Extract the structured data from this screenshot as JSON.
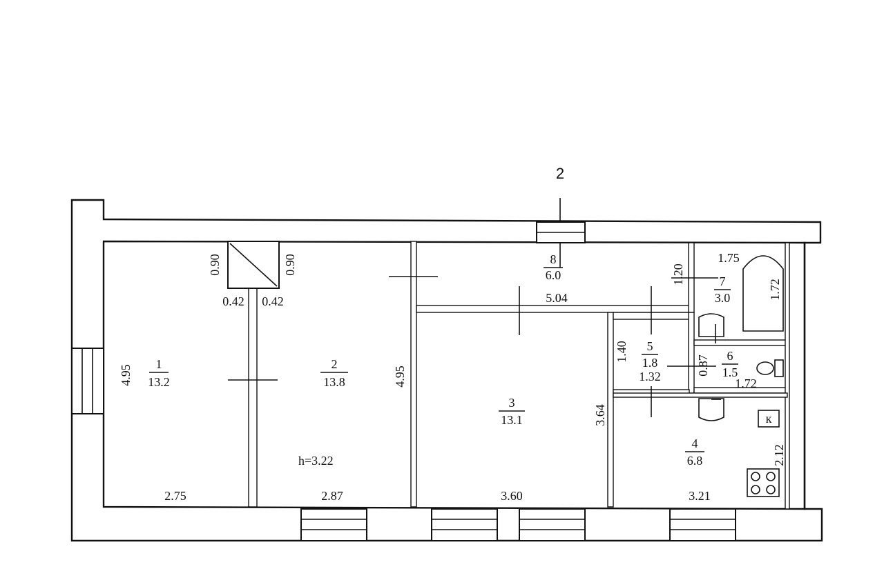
{
  "plan": {
    "section_mark": "2",
    "height_label": "h=3.22",
    "rooms": [
      {
        "num": "1",
        "area": "13.2"
      },
      {
        "num": "2",
        "area": "13.8"
      },
      {
        "num": "3",
        "area": "13.1"
      },
      {
        "num": "4",
        "area": "6.8"
      },
      {
        "num": "5",
        "area": "1.8"
      },
      {
        "num": "6",
        "area": "1.5"
      },
      {
        "num": "7",
        "area": "3.0"
      },
      {
        "num": "8",
        "area": "6.0"
      }
    ],
    "dimensions": {
      "r1_width": "2.75",
      "r1_depth": "4.95",
      "r2_width": "2.87",
      "r2_depth": "4.95",
      "closet_depth_left": "0.90",
      "closet_depth_right": "0.90",
      "closet_width_left": "0.42",
      "closet_width_right": "0.42",
      "r3_width": "3.60",
      "r3_depth": "3.64",
      "r4_width": "3.21",
      "r4_depth": "2.12",
      "r5_width": "1.32",
      "r5_depth": "1.40",
      "r6_width": "1.72",
      "r6_depth": "0.87",
      "r7_width": "1.75",
      "r7_depth": "1.72",
      "r8_width": "5.04",
      "r8_depth": "1.20"
    },
    "stove_mark": "к"
  }
}
